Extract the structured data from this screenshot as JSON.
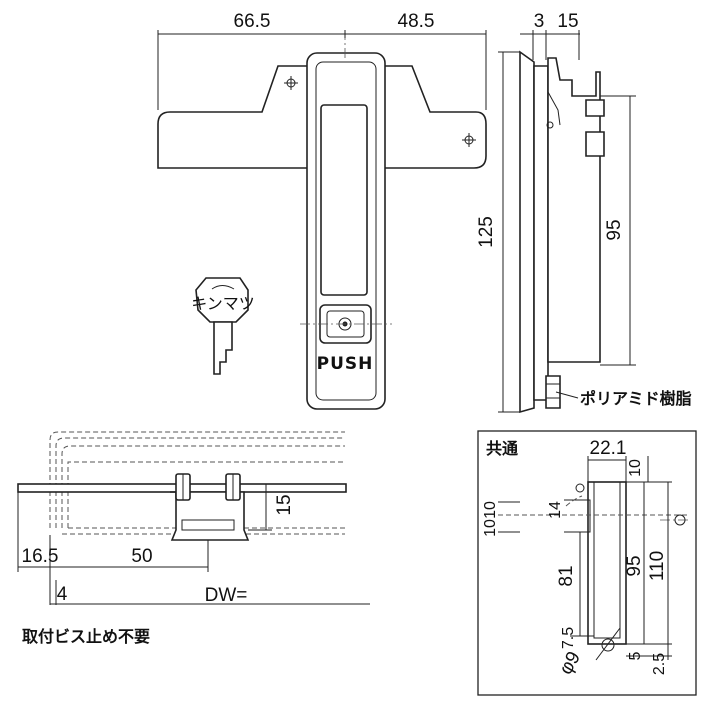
{
  "front_view": {
    "dim_left": "66.5",
    "dim_right": "48.5",
    "push_label": "PUSH"
  },
  "key": {
    "label": "キンマツ"
  },
  "side_view": {
    "dim_3": "3",
    "dim_15": "15",
    "dim_125": "125",
    "dim_95": "95",
    "material_label": "ポリアミド樹脂"
  },
  "bottom_view": {
    "dim_15": "15",
    "dim_16_5": "16.5",
    "dim_50": "50",
    "dim_4": "4",
    "dw_label": "DW=",
    "note": "取付ビス止め不要"
  },
  "cutout_panel": {
    "title": "共通",
    "dim_22_1": "22.1",
    "dim_10_top": "10",
    "dim_14": "14",
    "dim_10_a": "10",
    "dim_10_b": "10",
    "dim_95": "95",
    "dim_110": "110",
    "dim_81": "81",
    "dim_7_5": "7.5",
    "dim_phi9": "φ9",
    "dim_5": "5",
    "dim_2_5": "2.5"
  }
}
